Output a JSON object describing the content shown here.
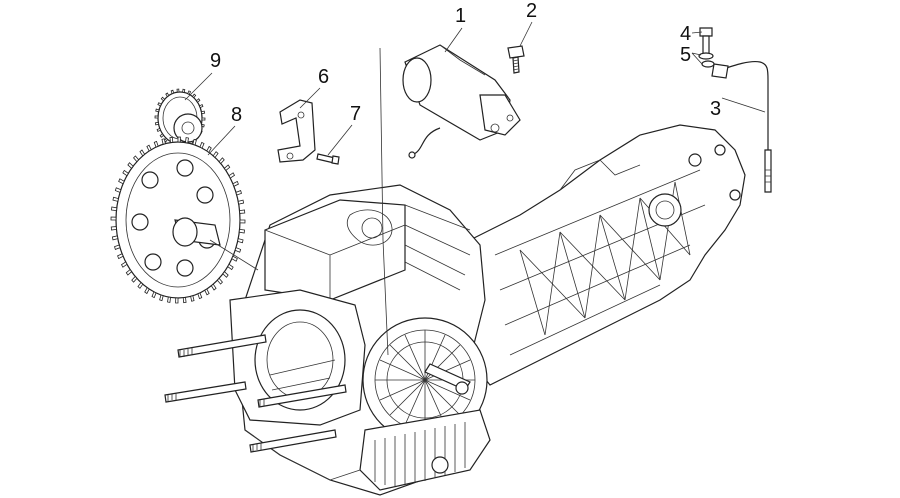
{
  "callouts": [
    {
      "id": "1",
      "label": "1"
    },
    {
      "id": "2",
      "label": "2"
    },
    {
      "id": "3",
      "label": "3"
    },
    {
      "id": "4",
      "label": "4"
    },
    {
      "id": "5",
      "label": "5"
    },
    {
      "id": "6",
      "label": "6"
    },
    {
      "id": "7",
      "label": "7"
    },
    {
      "id": "8",
      "label": "8"
    },
    {
      "id": "9",
      "label": "9"
    }
  ],
  "colors": {
    "line": "#222222",
    "background": "#ffffff",
    "shade": "#888888"
  }
}
